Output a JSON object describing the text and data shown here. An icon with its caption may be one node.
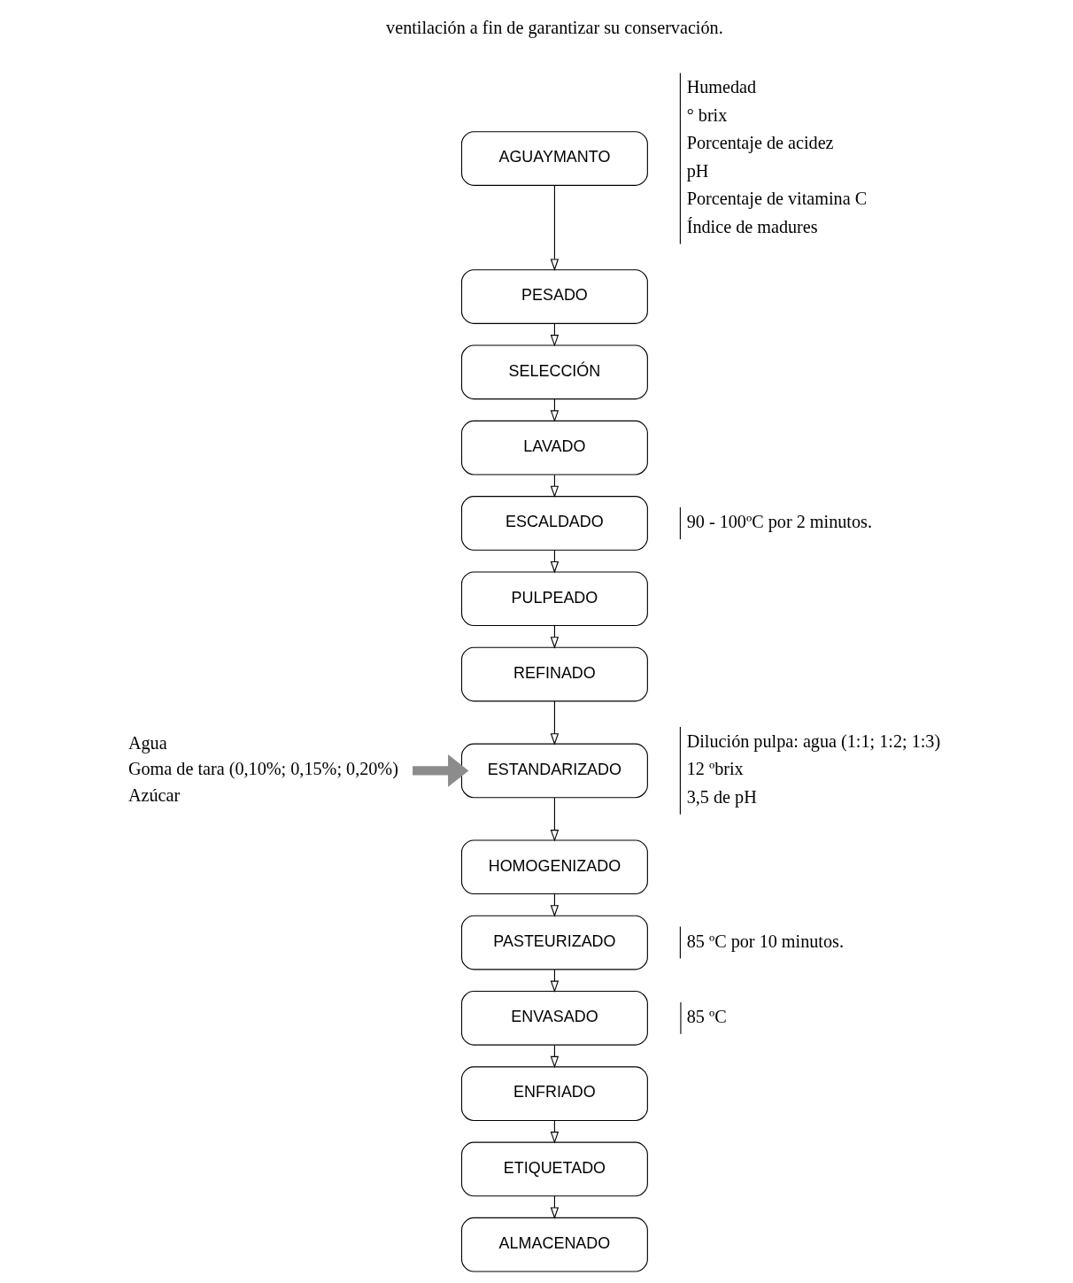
{
  "diagram": {
    "nodes": [
      {
        "text": [
          "AGUAYMANTO"
        ],
        "beside": [
          "Humedad",
          "° brix",
          "Porcentaje de acidez",
          "pH",
          "Porcentaje de vitamina C",
          "Índice de madures"
        ]
      },
      {
        "text": [
          "PESADO"
        ]
      },
      {
        "text": [
          "SELECCIÓN"
        ]
      },
      {
        "text": [
          "LAVADO"
        ]
      },
      {
        "text": [
          "ESCALDADO"
        ],
        "beside": [
          "90 - 100ºC por 2 minutos."
        ]
      },
      {
        "text": [
          "PULPEADO"
        ]
      },
      {
        "text": [
          "REFINADO"
        ]
      },
      {
        "text": [
          "ESTANDARIZADO"
        ],
        "beside": [
          "Dilución pulpa: agua (1:1; 1:2; 1:3)",
          "12 ºbrix",
          "3,5 de pH"
        ]
      },
      {
        "text": [
          "HOMOGENIZADO"
        ]
      },
      {
        "text": [
          "PASTEURIZADO"
        ],
        "beside": [
          "85 ºC por 10 minutos."
        ]
      },
      {
        "text": [
          "ENVASADO"
        ],
        "beside": [
          "85 ºC"
        ]
      },
      {
        "text": [
          "ENFRIADO"
        ]
      },
      {
        "text": [
          "ETIQUETADO"
        ]
      },
      {
        "text": [
          "ALMACENADO"
        ]
      },
      {
        "text": [
          "Agua",
          "Goma de tara (0,10%; 0,15%; 0,20%)",
          "Azúcar"
        ]
      }
    ],
    "edges": [
      {
        "from": 0,
        "to": 1,
        "arrow": "to"
      },
      {
        "from": 1,
        "to": 2,
        "arrow": "to"
      },
      {
        "from": 2,
        "to": 3,
        "arrow": "to"
      },
      {
        "from": 3,
        "to": 4,
        "arrow": "to"
      },
      {
        "from": 4,
        "to": 5,
        "arrow": "to"
      },
      {
        "from": 5,
        "to": 6,
        "arrow": "to"
      },
      {
        "from": 6,
        "to": 7,
        "arrow": "to"
      },
      {
        "from": 7,
        "to": 8,
        "arrow": "to"
      },
      {
        "from": 8,
        "to": 9,
        "arrow": "to"
      },
      {
        "from": 9,
        "to": 10,
        "arrow": "to"
      },
      {
        "from": 10,
        "to": 11,
        "arrow": "to"
      },
      {
        "from": 11,
        "to": 12,
        "arrow": "to"
      },
      {
        "from": 12,
        "to": 13,
        "arrow": "to"
      },
      {
        "from": 14,
        "to": 7,
        "arrow": "to",
        "style": "thick",
        "color": "#8c8c8c"
      }
    ],
    "labels": [
      "ventilación a fin de garantizar su conservación."
    ]
  }
}
